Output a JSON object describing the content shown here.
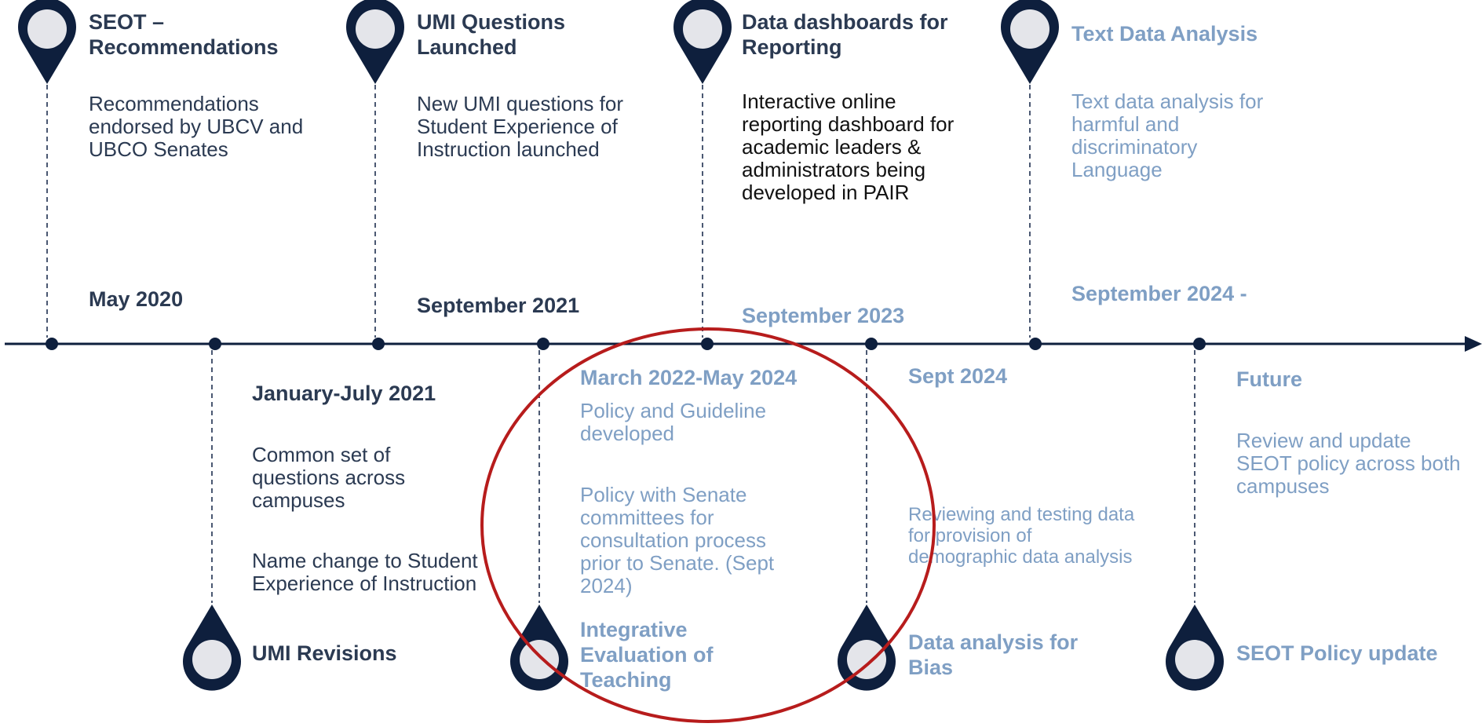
{
  "colors": {
    "navy": "#0e1f3d",
    "pin_fill": "#e4e5ea",
    "dark_text": "#2b3a52",
    "light_text": "#7f9fc4",
    "black_text": "#111111",
    "highlight_circle": "#b71c1c"
  },
  "milestones": [
    {
      "key": "seot-recommendations",
      "side": "top",
      "status": "past",
      "title": "SEOT –\nRecommendations",
      "description": "Recommendations\nendorsed by UBCV and\nUBCO Senates",
      "date": "May 2020",
      "icon": "map-pin-icon"
    },
    {
      "key": "umi-revisions",
      "side": "bottom",
      "status": "past",
      "title": "UMI Revisions",
      "date": "January-July 2021",
      "description": "Common set of\nquestions across\ncampuses",
      "description2": "Name change to Student\nExperience of Instruction",
      "icon": "map-pin-icon"
    },
    {
      "key": "umi-questions-launched",
      "side": "top",
      "status": "past",
      "title": "UMI Questions\nLaunched",
      "description": "New UMI questions for\nStudent Experience of\nInstruction launched",
      "date": "September 2021",
      "icon": "map-pin-icon"
    },
    {
      "key": "integrative-evaluation",
      "side": "bottom",
      "status": "future",
      "title": "Integrative\nEvaluation of\nTeaching",
      "date": "March 2022-May 2024",
      "description": "Policy and Guideline\ndeveloped",
      "description2": "Policy with Senate\ncommittees for\nconsultation process\nprior to Senate. (Sept\n2024)",
      "icon": "map-pin-icon"
    },
    {
      "key": "data-dashboards",
      "side": "top",
      "status": "current",
      "title": "Data dashboards for\nReporting",
      "description": "Interactive online\nreporting dashboard for\nacademic leaders &\nadministrators being\ndeveloped in PAIR",
      "date": "September 2023",
      "icon": "map-pin-icon"
    },
    {
      "key": "data-analysis-bias",
      "side": "bottom",
      "status": "future",
      "title": "Data analysis for\nBias",
      "date": "Sept 2024",
      "description": "Reviewing and testing data\nfor provision of\ndemographic data analysis",
      "icon": "map-pin-icon"
    },
    {
      "key": "text-data-analysis",
      "side": "top",
      "status": "future",
      "title": "Text Data Analysis",
      "description": "Text data analysis for\nharmful and\ndiscriminatory\nLanguage",
      "date": "September 2024 -",
      "icon": "map-pin-icon"
    },
    {
      "key": "seot-policy-update",
      "side": "bottom",
      "status": "future",
      "title": "SEOT Policy update",
      "date": "Future",
      "description": "Review and update\nSEOT policy across both\ncampuses",
      "icon": "map-pin-icon"
    }
  ],
  "timeline_arrow_icon": "arrow-right-icon",
  "highlight_icon": "red-ellipse-highlight"
}
